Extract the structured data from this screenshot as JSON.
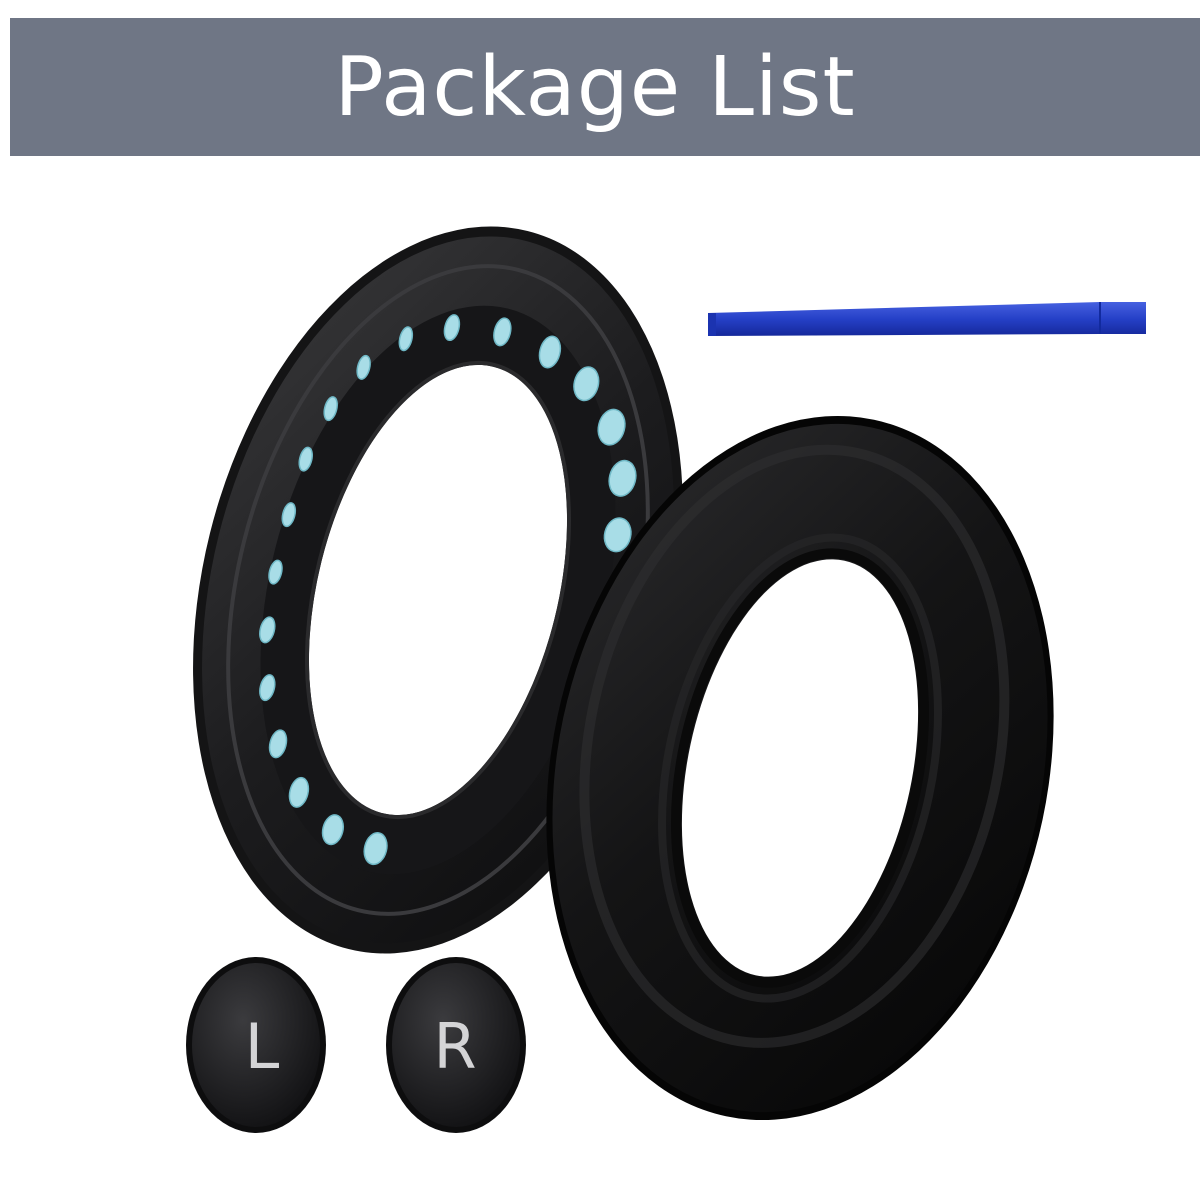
{
  "banner": {
    "title": "Package List",
    "background_color": "#6f7685",
    "text_color": "#ffffff"
  },
  "items": {
    "left_ear_pad": {
      "name": "ear-pad-back-view",
      "accent_color": "#a8dde7"
    },
    "right_ear_pad": {
      "name": "ear-pad-front-view"
    },
    "pry_tool": {
      "name": "blue-pry-tool",
      "color": "#2540c7"
    },
    "left_cover_label": "L",
    "right_cover_label": "R"
  }
}
